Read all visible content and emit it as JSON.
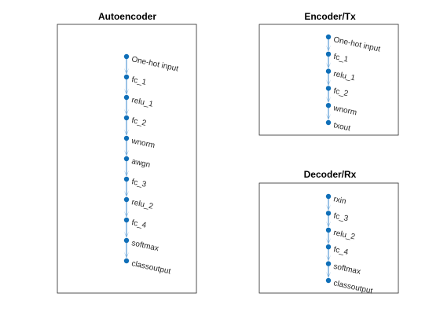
{
  "colors": {
    "node": "#0f6fb8",
    "edge": "#5a9bd5",
    "arrow": "#7fb2dd",
    "frame": "#262626",
    "label": "#262626"
  },
  "panels": [
    {
      "id": "autoencoder",
      "title": "Autoencoder",
      "nodes": [
        "One-hot input",
        "fc_1",
        "relu_1",
        "fc_2",
        "wnorm",
        "awgn",
        "fc_3",
        "relu_2",
        "fc_4",
        "softmax",
        "classoutput"
      ]
    },
    {
      "id": "encoder-tx",
      "title": "Encoder/Tx",
      "nodes": [
        "One-hot input",
        "fc_1",
        "relu_1",
        "fc_2",
        "wnorm",
        "txout"
      ]
    },
    {
      "id": "decoder-rx",
      "title": "Decoder/Rx",
      "nodes": [
        "rxin",
        "fc_3",
        "relu_2",
        "fc_4",
        "softmax",
        "classoutput"
      ]
    }
  ]
}
